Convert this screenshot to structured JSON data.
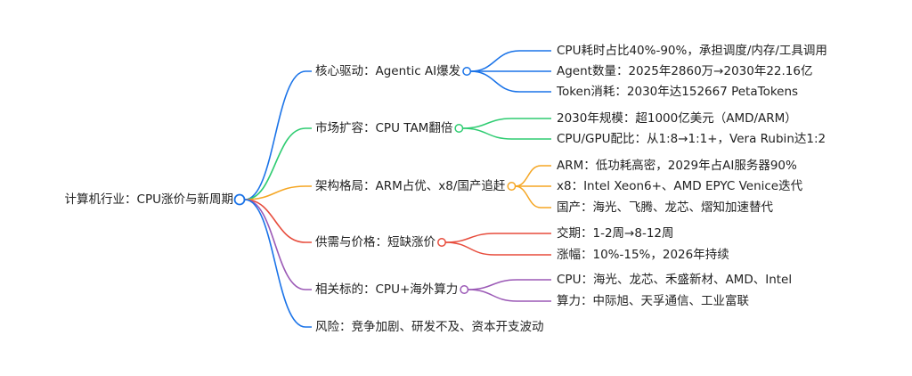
{
  "root": {
    "label": "计算机行业：CPU涨价与新周期",
    "color": "#1a73e8"
  },
  "branches": [
    {
      "label": "核心驱动：Agentic AI爆发",
      "color": "#1a73e8",
      "children": [
        "CPU耗时占比40%-90%，承担调度/内存/工具调用",
        "Agent数量：2025年2860万→2030年22.16亿",
        "Token消耗：2030年达152667 PetaTokens"
      ]
    },
    {
      "label": "市场扩容：CPU TAM翻倍",
      "color": "#2ecc71",
      "children": [
        "2030年规模：超1000亿美元（AMD/ARM）",
        "CPU/GPU配比：从1:8→1:1+，Vera Rubin达1:2"
      ]
    },
    {
      "label": "架构格局：ARM占优、x8/国产追赶",
      "color": "#f5a623",
      "children": [
        "ARM：低功耗高密，2029年占AI服务器90%",
        "x8：Intel Xeon6+、AMD EPYC Venice迭代",
        "国产：海光、飞腾、龙芯、熠知加速替代"
      ]
    },
    {
      "label": "供需与价格：短缺涨价",
      "color": "#e74c3c",
      "children": [
        "交期：1-2周→8-12周",
        "涨幅：10%-15%，2026年持续"
      ]
    },
    {
      "label": "相关标的：CPU+海外算力",
      "color": "#9b59b6",
      "children": [
        "CPU：海光、龙芯、禾盛新材、AMD、Intel",
        "算力：中际旭、天孚通信、工业富联"
      ]
    },
    {
      "label": "风险：竞争加剧、研发不及、资本开支波动",
      "color": "#1a73e8",
      "children": []
    }
  ]
}
